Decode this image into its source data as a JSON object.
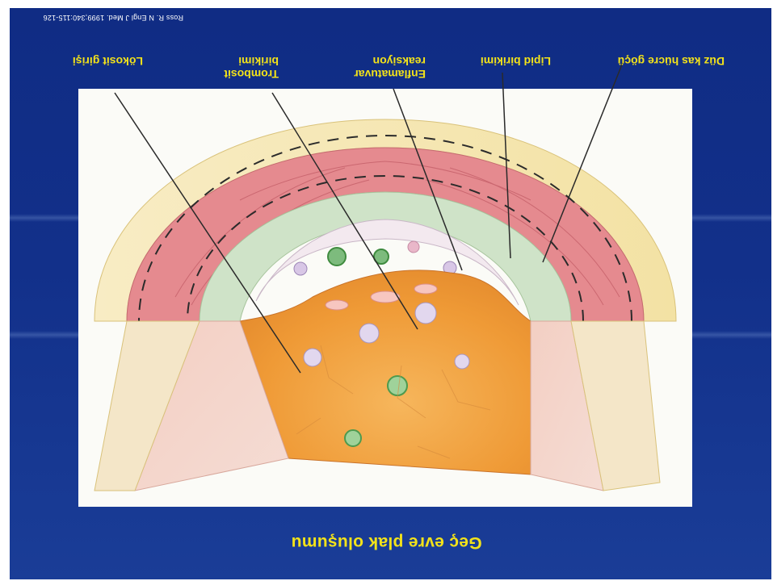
{
  "slide": {
    "title": "Geç evre plak oluşumu",
    "citation": "Ross R. N Engl J Med. 1999;340:115-126",
    "background_color": "#14348c",
    "title_color": "#f2e21a"
  },
  "labels": [
    {
      "id": "smooth_muscle",
      "lines": [
        "Düz kas hücre göçü"
      ]
    },
    {
      "id": "lipid",
      "lines": [
        "Lipid birikimi"
      ]
    },
    {
      "id": "inflammatory",
      "lines": [
        "Enflamatuvar",
        "reaksiyon"
      ]
    },
    {
      "id": "thrombocyte",
      "lines": [
        "Trombosit",
        "birikimi"
      ]
    },
    {
      "id": "leukocyte",
      "lines": [
        "Lökosit girişi"
      ]
    }
  ]
}
